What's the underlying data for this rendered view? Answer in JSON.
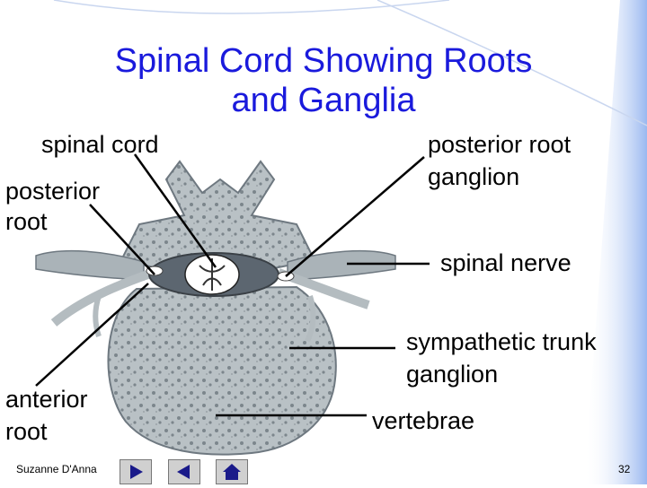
{
  "slide": {
    "title_line1": "Spinal Cord Showing Roots",
    "title_line2": "and Ganglia",
    "footer_author": "Suzanne D'Anna",
    "page_number": "32"
  },
  "labels": {
    "spinal_cord": "spinal cord",
    "posterior_root_1": "posterior",
    "posterior_root_2": "root",
    "anterior_root_1": "anterior",
    "anterior_root_2": "root",
    "posterior_root_ganglion_1": "posterior root",
    "posterior_root_ganglion_2": "ganglion",
    "spinal_nerve": "spinal nerve",
    "sympathetic_trunk_ganglion_1": "sympathetic trunk",
    "sympathetic_trunk_ganglion_2": "ganglion",
    "vertebrae": "vertebrae"
  },
  "nav": {
    "buttons": [
      "next-arrow-icon",
      "previous-arrow-icon",
      "home-icon"
    ]
  },
  "colors": {
    "title": "#1a1adc",
    "background_gradient_edge": "#aac4f0",
    "bone": "#b4bcc0",
    "bone_dark": "#6e7880"
  }
}
